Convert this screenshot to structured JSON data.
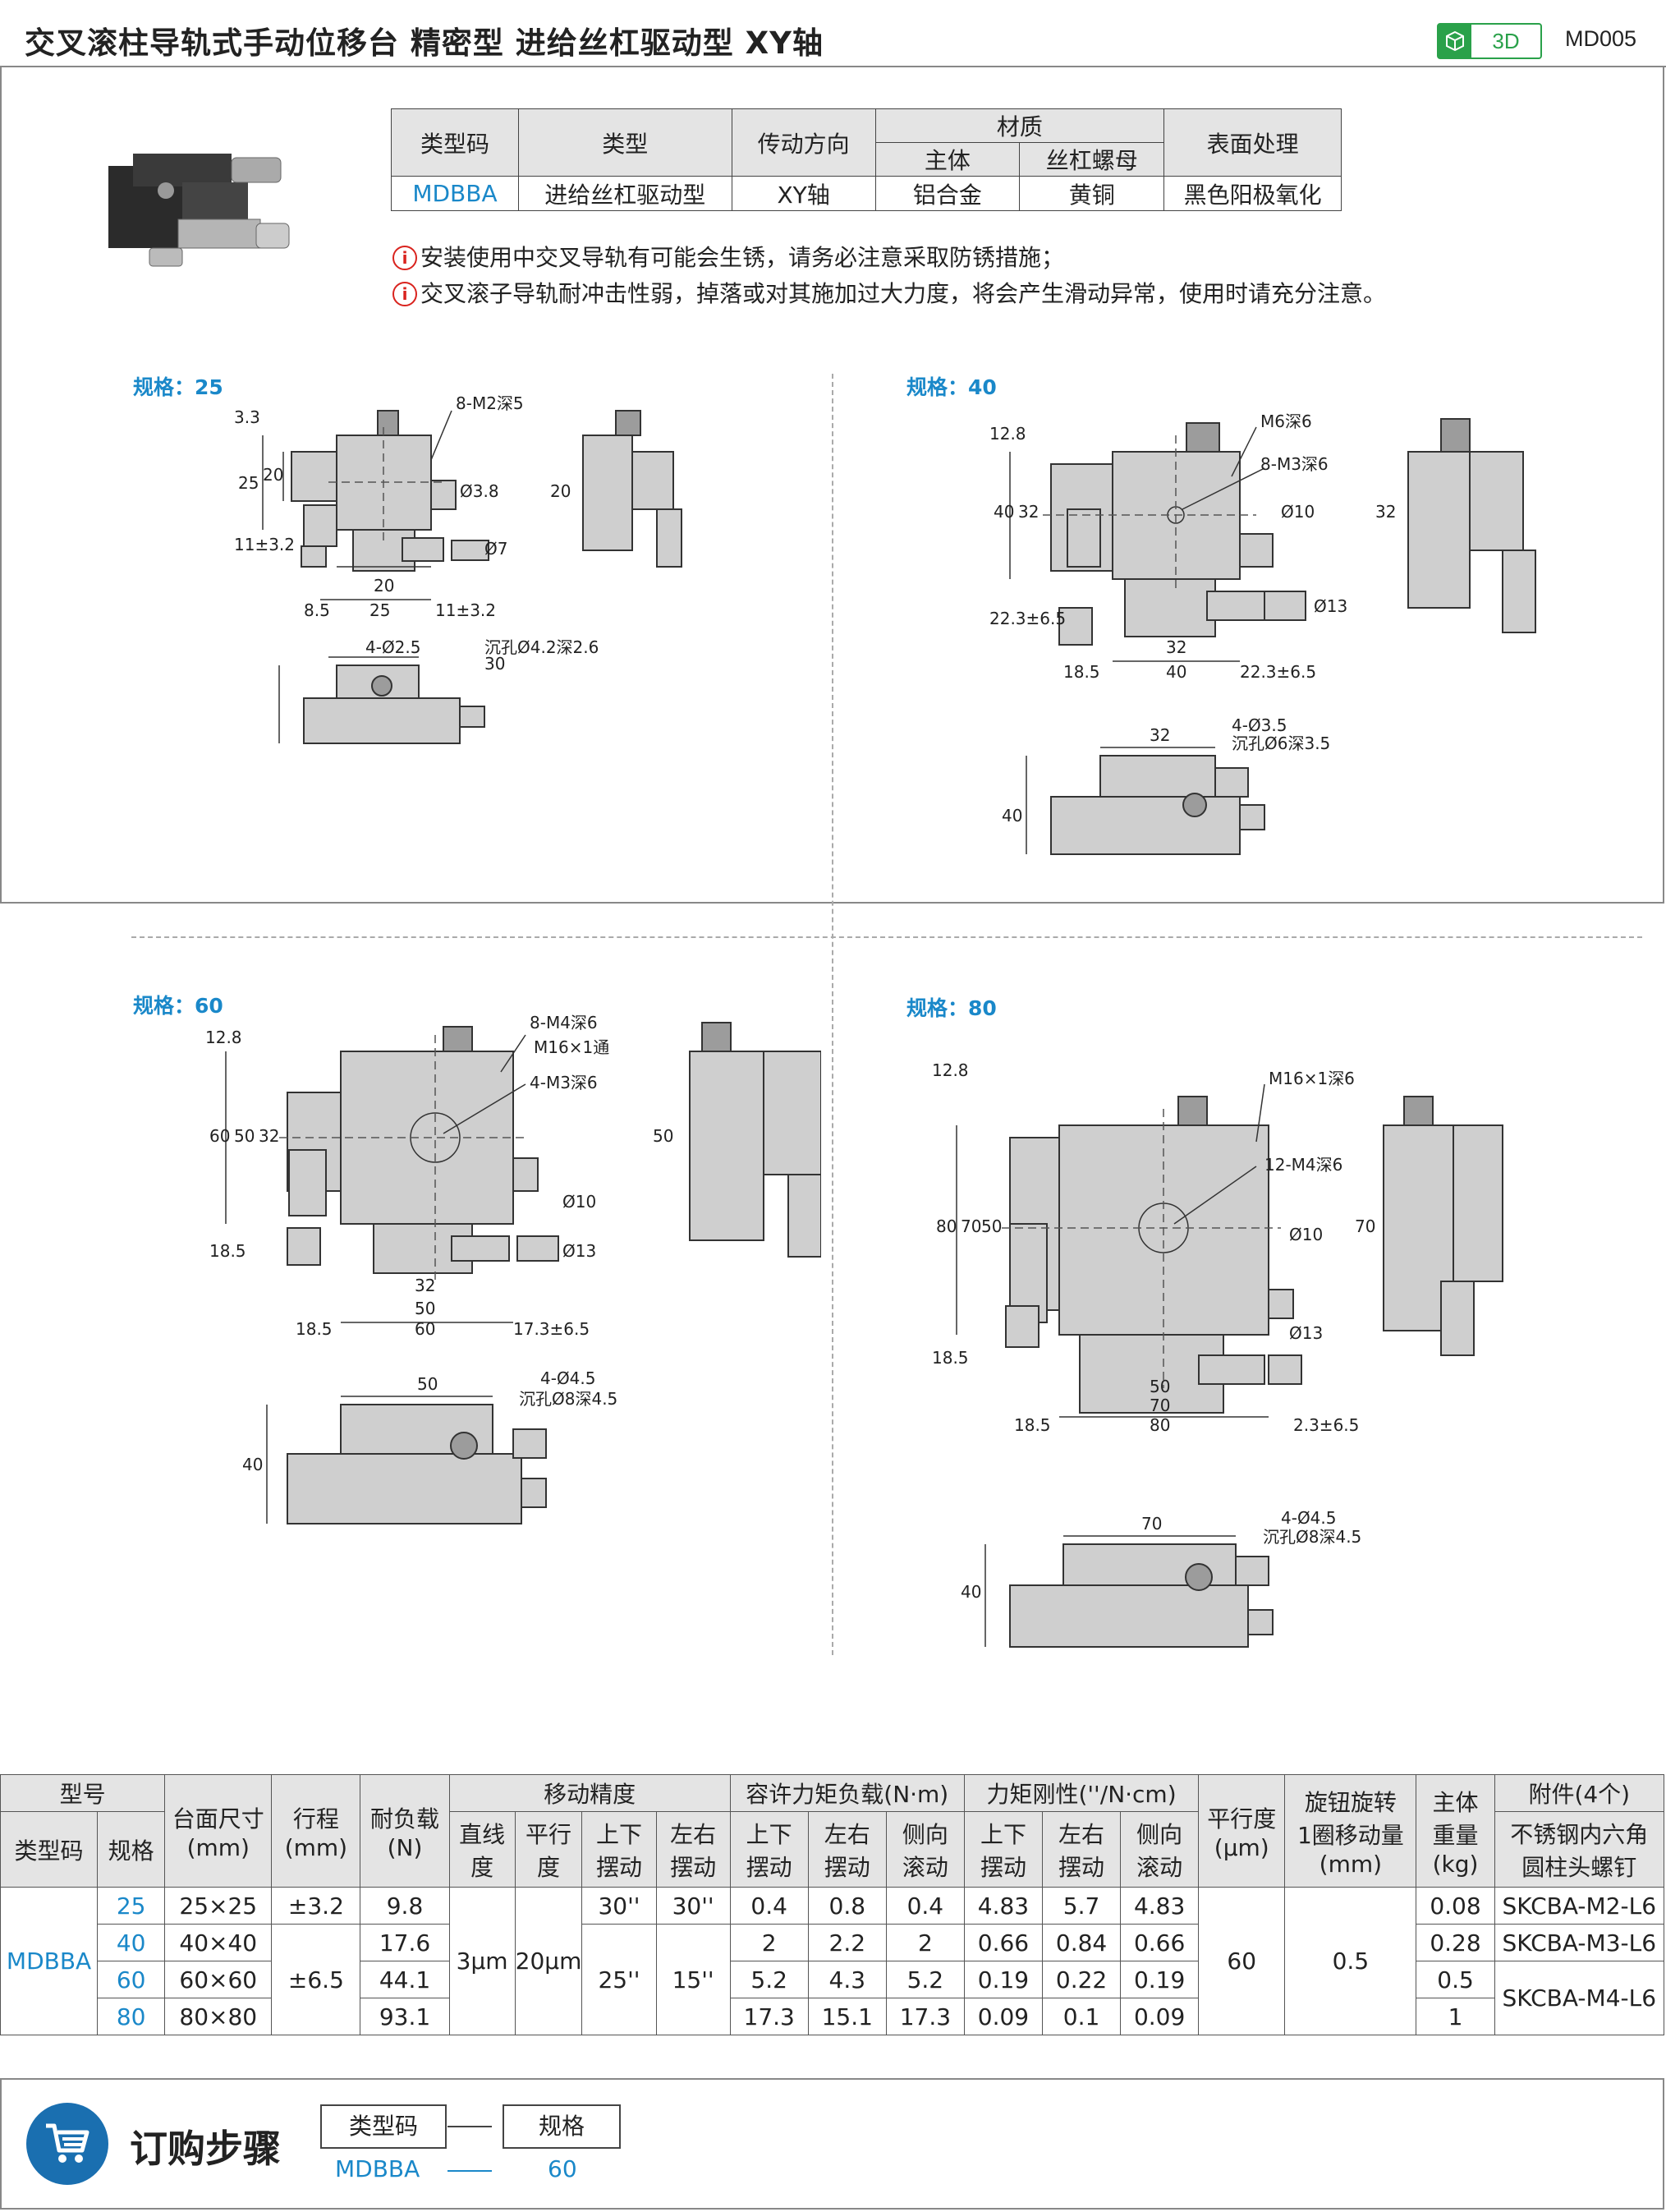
{
  "header": {
    "title": "交叉滚柱导轨式手动位移台  精密型  进给丝杠驱动型  XY轴",
    "badge_label": "3D",
    "page_code": "MD005"
  },
  "spec_table": {
    "headers": {
      "type_code": "类型码",
      "type": "类型",
      "direction": "传动方向",
      "material": "材质",
      "body": "主体",
      "nut": "丝杠螺母",
      "surface": "表面处理"
    },
    "row": {
      "type_code": "MDBBA",
      "type": "进给丝杠驱动型",
      "direction": "XY轴",
      "body": "铝合金",
      "nut": "黄铜",
      "surface": "黑色阳极氧化"
    }
  },
  "notes": [
    "安装使用中交叉导轨有可能会生锈，请务必注意采取防锈措施；",
    "交叉滚子导轨耐冲击性弱，掉落或对其施加过大力度，将会产生滑动异常，使用时请充分注意。"
  ],
  "drawings": [
    {
      "spec": "规格：25",
      "labels": [
        "8-M2深5",
        "3.3",
        "25",
        "20",
        "Ø3.8",
        "Ø7",
        "11±3.2",
        "20",
        "8.5",
        "25",
        "11±3.2",
        "20",
        "4-Ø2.5",
        "沉孔Ø4.2深2.6",
        "30"
      ]
    },
    {
      "spec": "规格：40",
      "labels": [
        "M6深6",
        "8-M3深6",
        "12.8",
        "40",
        "32",
        "Ø10",
        "22.3±6.5",
        "Ø13",
        "32",
        "18.5",
        "40",
        "22.3±6.5",
        "32",
        "32",
        "4-Ø3.5",
        "沉孔Ø6深3.5",
        "40"
      ]
    },
    {
      "spec": "规格：60",
      "labels": [
        "8-M4深6",
        "M16×1通",
        "4-M3深6",
        "12.8",
        "60",
        "50",
        "32",
        "18.5",
        "Ø10",
        "Ø13",
        "32",
        "50",
        "18.5",
        "60",
        "17.3±6.5",
        "50",
        "50",
        "4-Ø4.5",
        "沉孔Ø8深4.5",
        "40"
      ]
    },
    {
      "spec": "规格：80",
      "labels": [
        "M16×1深6",
        "12-M4深6",
        "12.8",
        "80",
        "70",
        "50",
        "18.5",
        "Ø10",
        "Ø13",
        "50",
        "70",
        "18.5",
        "80",
        "2.3±6.5",
        "70",
        "70",
        "4-Ø4.5",
        "沉孔Ø8深4.5",
        "40"
      ]
    }
  ],
  "perf_table": {
    "h": {
      "model": "型号",
      "type_code": "类型码",
      "spec": "规格",
      "size": "台面尺寸\n(mm)",
      "stroke": "行程\n(mm)",
      "load": "耐负载\n(N)",
      "accuracy": "移动精度",
      "straight": "直线\n度",
      "parallel": "平行\n度",
      "pitch": "上下\n摆动",
      "yaw": "左右\n摆动",
      "moment": "容许力矩负载(N·m)",
      "m_pitch": "上下\n摆动",
      "m_yaw": "左右\n摆动",
      "m_roll": "侧向\n滚动",
      "stiff": "力矩刚性(''/N·cm)",
      "s_pitch": "上下\n摆动",
      "s_yaw": "左右\n摆动",
      "s_roll": "侧向\n滚动",
      "parallelism": "平行度\n(μm)",
      "knob": "旋钮旋转\n1圈移动量\n(mm)",
      "weight": "主体\n重量\n(kg)",
      "acc": "附件(4个)",
      "acc_sub": "不锈钢内六角\n圆柱头螺钉"
    },
    "type_code": "MDBBA",
    "rows": [
      {
        "spec": "25",
        "size": "25×25",
        "stroke": "±3.2",
        "load": "9.8",
        "pitch": "30''",
        "yaw": "30''",
        "mp": "0.4",
        "my": "0.8",
        "mr": "0.4",
        "sp": "4.83",
        "sy": "5.7",
        "sr": "4.83",
        "w": "0.08",
        "acc": "SKCBA-M2-L6"
      },
      {
        "spec": "40",
        "size": "40×40",
        "load": "17.6",
        "mp": "2",
        "my": "2.2",
        "mr": "2",
        "sp": "0.66",
        "sy": "0.84",
        "sr": "0.66",
        "w": "0.28",
        "acc": "SKCBA-M3-L6"
      },
      {
        "spec": "60",
        "size": "60×60",
        "load": "44.1",
        "mp": "5.2",
        "my": "4.3",
        "mr": "5.2",
        "sp": "0.19",
        "sy": "0.22",
        "sr": "0.19",
        "w": "0.5"
      },
      {
        "spec": "80",
        "size": "80×80",
        "load": "93.1",
        "mp": "17.3",
        "my": "15.1",
        "mr": "17.3",
        "sp": "0.09",
        "sy": "0.1",
        "sr": "0.09",
        "w": "1"
      }
    ],
    "merged": {
      "stroke_b": "±6.5",
      "straight": "3μm",
      "parallel": "20μm",
      "pitch_b": "25''",
      "yaw_b": "15''",
      "parallelism": "60",
      "knob": "0.5",
      "acc_b": "SKCBA-M4-L6"
    }
  },
  "order": {
    "title": "订购步骤",
    "box1": "类型码",
    "box2": "规格",
    "val1": "MDBBA",
    "val2": "60"
  },
  "colors": {
    "accent": "#1a88c9",
    "green": "#2aa14a",
    "header_bg": "#e4e4e4"
  }
}
